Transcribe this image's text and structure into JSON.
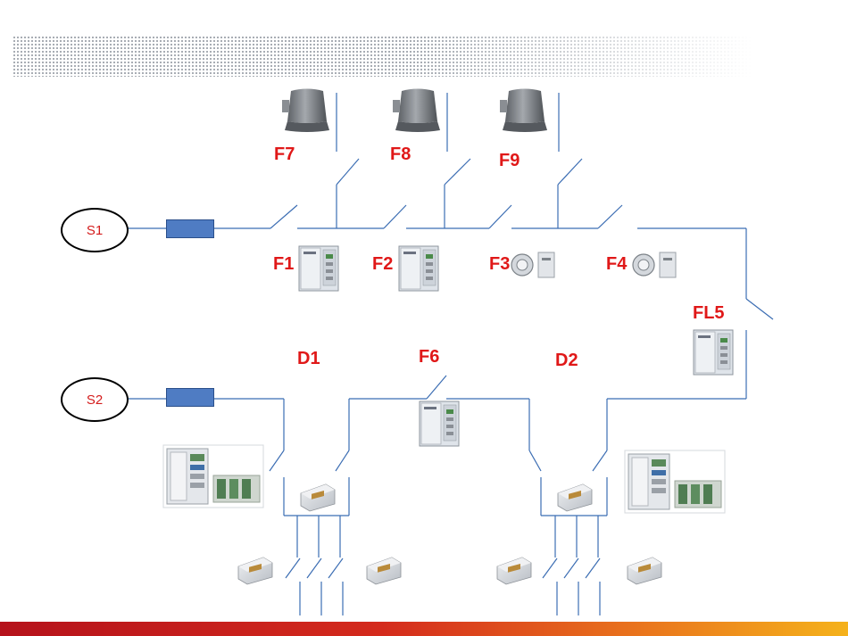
{
  "sources": [
    {
      "id": "s1",
      "label": "S1"
    },
    {
      "id": "s2",
      "label": "S2"
    }
  ],
  "labels": {
    "f1": "F1",
    "f2": "F2",
    "f3": "F3",
    "f4": "F4",
    "fl5": "FL5",
    "f6": "F6",
    "f7": "F7",
    "f8": "F8",
    "f9": "F9",
    "d1": "D1",
    "d2": "D2"
  },
  "colors": {
    "line": "#3b6db3",
    "label": "#e01818",
    "relay": "#4f7cc3",
    "cabinet": "#dfe4ea",
    "meter": "#c8ccd2",
    "lamp": "#6e7277"
  },
  "icons": {
    "lamp": "street-lamp-icon",
    "cabinet": "control-cabinet-icon",
    "meter": "energy-meter-icon",
    "terminal": "terminal-unit-icon",
    "panel": "control-panel-photo-icon"
  }
}
